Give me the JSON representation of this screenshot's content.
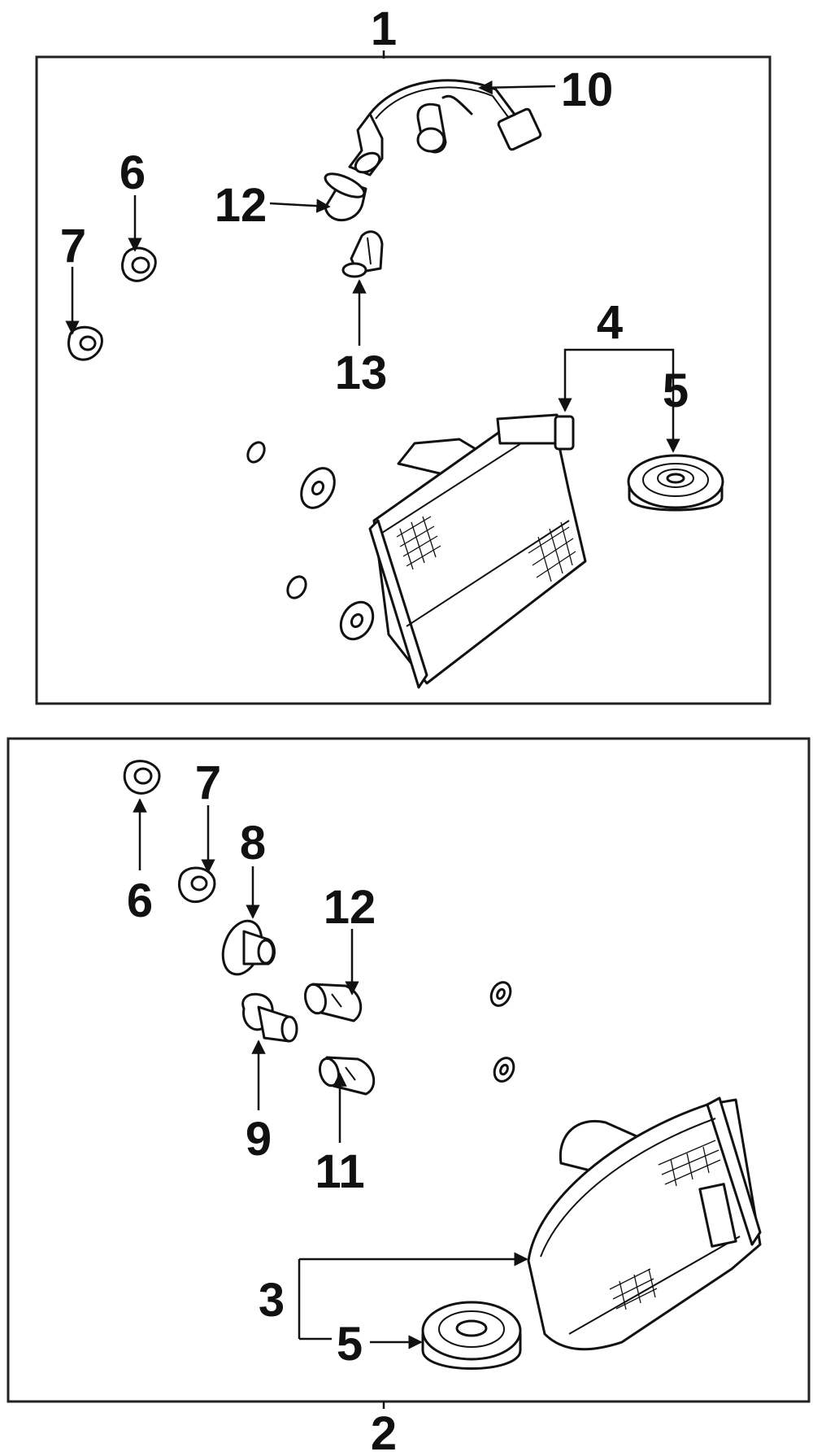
{
  "diagram": {
    "callouts": {
      "c1": "1",
      "c2": "2",
      "c3": "3",
      "c4": "4",
      "c5_top": "5",
      "c5_bottom": "5",
      "c6_top": "6",
      "c6_bottom": "6",
      "c7_top": "7",
      "c7_bottom": "7",
      "c8": "8",
      "c9": "9",
      "c10": "10",
      "c11": "11",
      "c12_top": "12",
      "c12_bottom": "12",
      "c13": "13"
    }
  }
}
